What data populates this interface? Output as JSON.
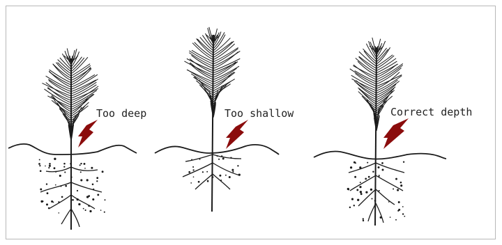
{
  "labels": {
    "too_deep": "Too deep",
    "too_shallow": "Too shallow",
    "correct_depth": "Correct depth"
  },
  "colors": {
    "arrow": "#8b0c0c",
    "ink": "#1a1a1a"
  }
}
